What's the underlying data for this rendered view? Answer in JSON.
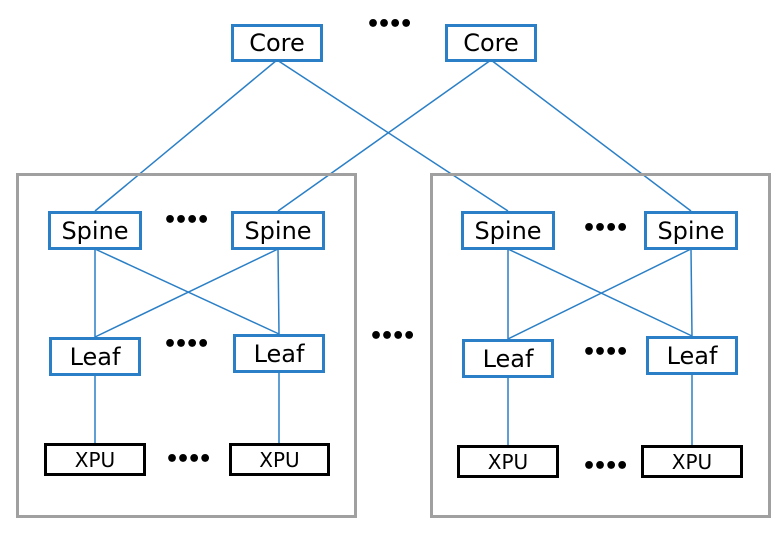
{
  "core_layer": {
    "left_label": "Core",
    "right_label": "Core",
    "ellipsis": "••••"
  },
  "pods": [
    {
      "spines": [
        "Spine",
        "Spine"
      ],
      "leaves": [
        "Leaf",
        "Leaf"
      ],
      "xpus": [
        "XPU",
        "XPU"
      ],
      "ellipsis_spine": "••••",
      "ellipsis_leaf": "••••",
      "ellipsis_xpu": "••••"
    },
    {
      "spines": [
        "Spine",
        "Spine"
      ],
      "leaves": [
        "Leaf",
        "Leaf"
      ],
      "xpus": [
        "XPU",
        "XPU"
      ],
      "ellipsis_spine": "••••",
      "ellipsis_leaf": "••••",
      "ellipsis_xpu": "••••"
    }
  ],
  "between_pods_ellipsis": "••••",
  "colors": {
    "network_node_border": "#2a7fc6",
    "link": "#2a7fc6",
    "xpu_border": "#000000",
    "pod_border": "#a0a0a0"
  }
}
